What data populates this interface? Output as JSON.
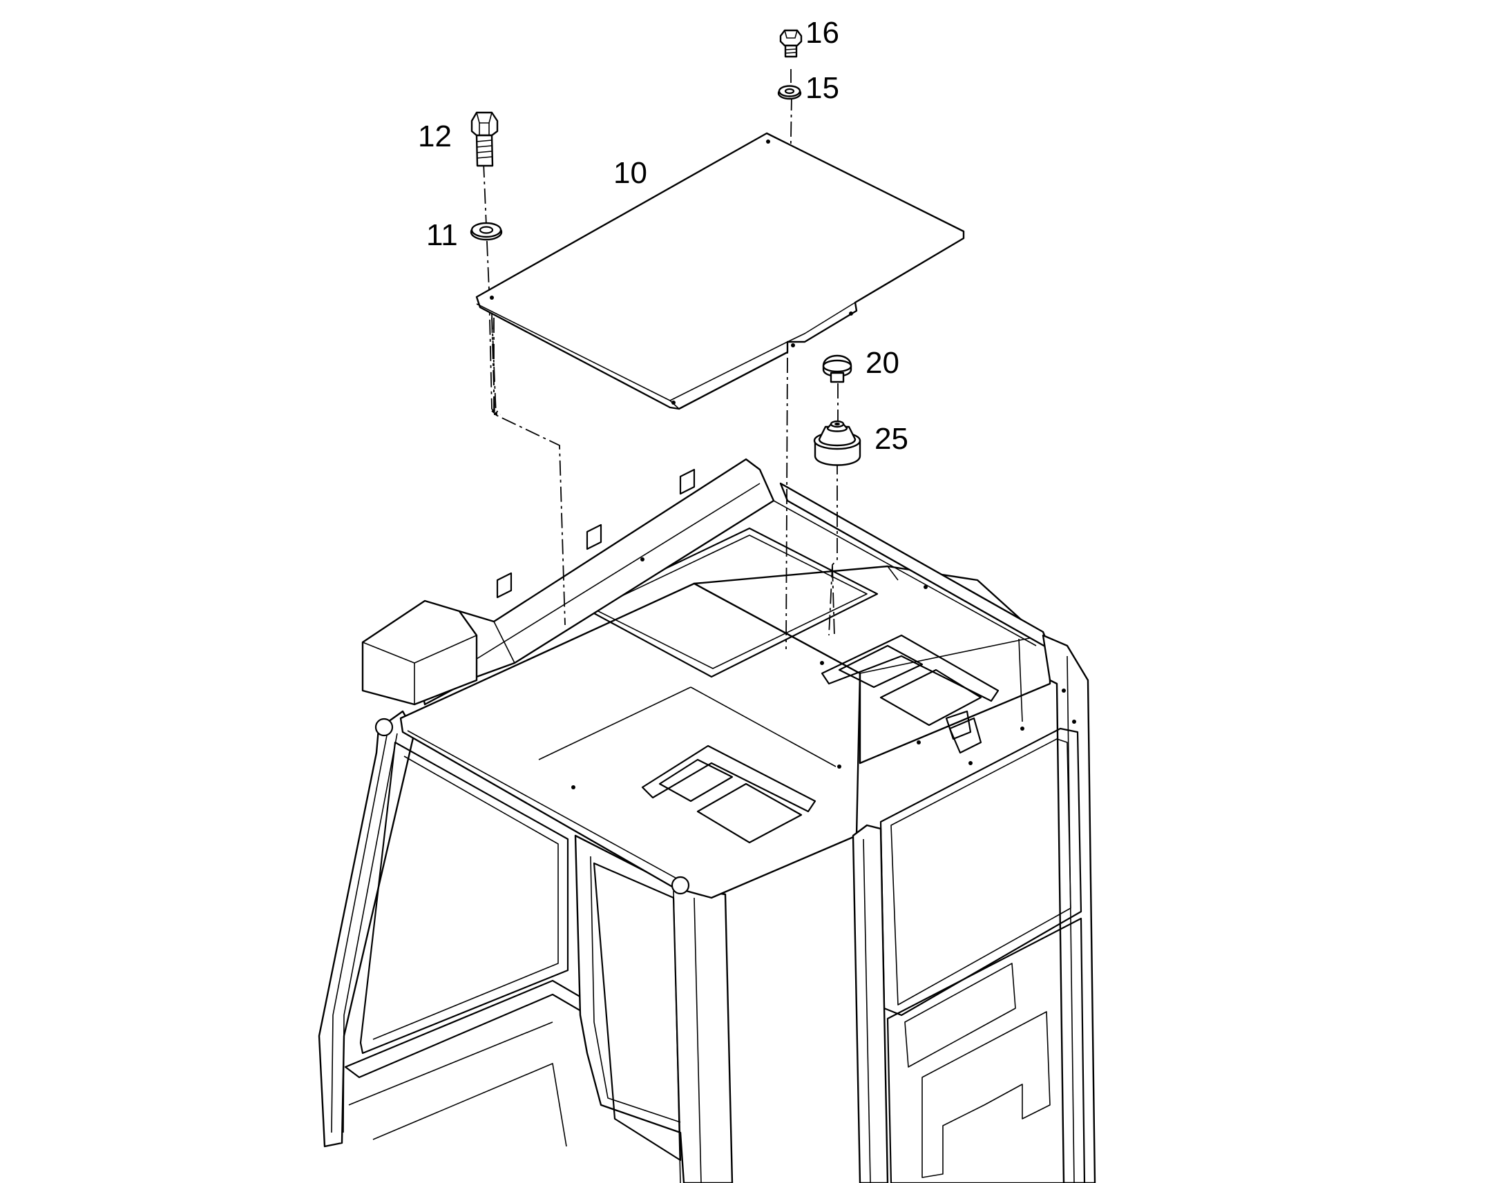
{
  "diagram": {
    "callouts": [
      {
        "id": "10",
        "label": "10"
      },
      {
        "id": "11",
        "label": "11"
      },
      {
        "id": "12",
        "label": "12"
      },
      {
        "id": "15",
        "label": "15"
      },
      {
        "id": "16",
        "label": "16"
      },
      {
        "id": "20",
        "label": "20"
      },
      {
        "id": "25",
        "label": "25"
      }
    ],
    "colors": {
      "line": "#000000",
      "background": "#ffffff"
    }
  }
}
